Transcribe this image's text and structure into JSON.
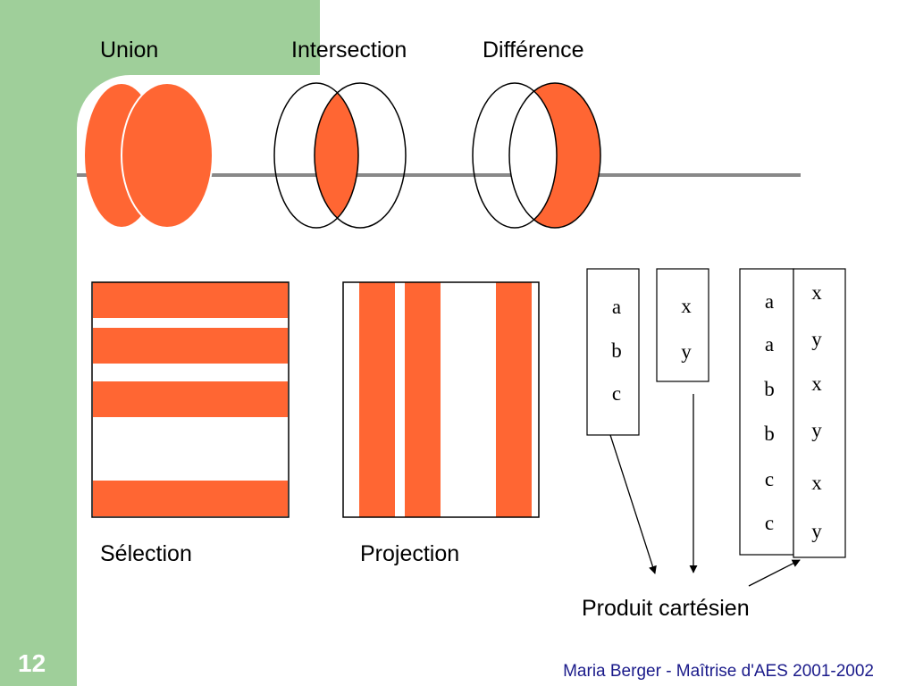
{
  "titles": {
    "union": "Union",
    "intersection": "Intersection",
    "difference": "Différence"
  },
  "bottom_labels": {
    "selection": "Sélection",
    "projection": "Projection",
    "cartesian_product": "Produit cartésien"
  },
  "tables": {
    "left": [
      "a",
      "b",
      "c"
    ],
    "right": [
      "x",
      "y"
    ],
    "product_left": [
      "a",
      "a",
      "b",
      "b",
      "c",
      "c"
    ],
    "product_right": [
      "x",
      "y",
      "x",
      "y",
      "x",
      "y"
    ]
  },
  "page_number": "12",
  "footer": "Maria Berger - Maîtrise d'AES 2001-2002",
  "colors": {
    "sidebar": "#9fcf9a",
    "accent": "#ff6633",
    "divider": "#888888"
  }
}
